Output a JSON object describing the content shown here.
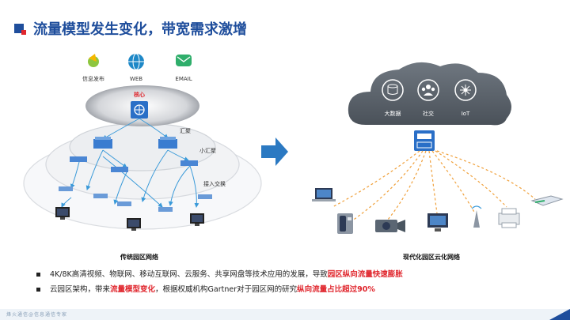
{
  "title": "流量模型发生变化，带宽需求激增",
  "left": {
    "apps": [
      "信息发布",
      "WEB",
      "EMAIL"
    ],
    "core_label": "核心",
    "agg_label": "汇聚",
    "small_agg_label": "小汇聚",
    "access_label": "接入交换",
    "caption": "传统园区网络"
  },
  "right": {
    "cloud_items": [
      "大数据",
      "社交",
      "IoT"
    ],
    "caption": "现代化园区云化网络"
  },
  "bullets": [
    {
      "text": "4K/8K高清视频、物联网、移动互联网、云服务、共享网盘等技术应用的发展，导致",
      "highlight": "园区纵向流量快速膨胀",
      "rest": ""
    },
    {
      "text": "云园区架构，带来",
      "highlight": "流量模型变化",
      "rest": "，根据权威机构Gartner对于园区网的研究",
      "highlight2": "纵向流量占比超过90%"
    }
  ],
  "footer": "烽火通信@信息通信专家",
  "colors": {
    "brand": "#1f4e9c",
    "accent": "#e0262d",
    "link": "#3a9ad9",
    "flow": "#f0a13c"
  }
}
